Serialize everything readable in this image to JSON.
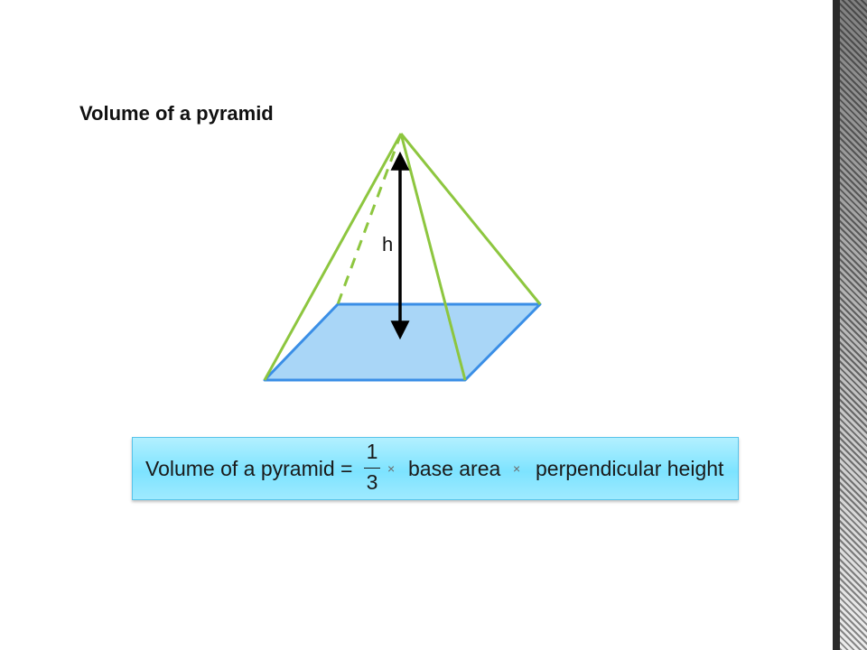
{
  "slide": {
    "title": "Volume of a pyramid"
  },
  "diagram": {
    "height_label": "h",
    "colors": {
      "edge": "#8dc63f",
      "base_fill": "#a9d6f7",
      "base_edge": "#3a8ee6",
      "arrow": "#000000"
    }
  },
  "formula": {
    "lhs": "Volume of a pyramid =",
    "numerator": "1",
    "denominator": "3",
    "times_symbol": "×",
    "term1": "base area",
    "term2": "perpendicular height",
    "colors": {
      "box_fill": "#8ee8ff",
      "box_border": "#58c4ea"
    }
  }
}
